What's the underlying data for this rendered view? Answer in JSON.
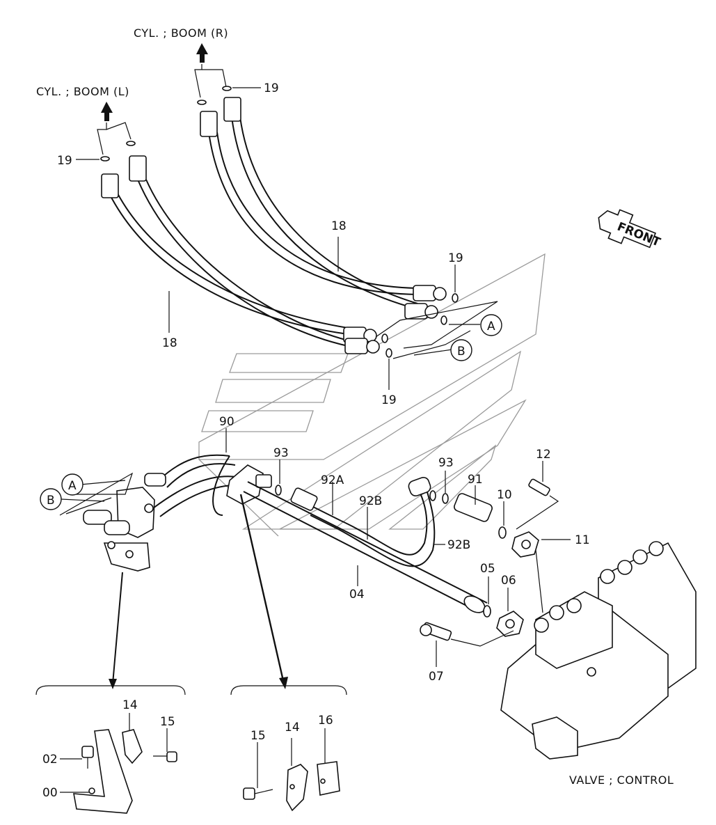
{
  "destinations": {
    "boom_r": "CYL. ; BOOM (R)",
    "boom_l": "CYL. ; BOOM (L)",
    "valve": "VALVE ; CONTROL"
  },
  "direction": {
    "front": "FRONT"
  },
  "callouts": {
    "a": "A",
    "b": "B"
  },
  "part_numbers": {
    "p00": "00",
    "p02": "02",
    "p04": "04",
    "p05": "05",
    "p06": "06",
    "p07": "07",
    "p10": "10",
    "p11": "11",
    "p12": "12",
    "p14": "14",
    "p15": "15",
    "p16": "16",
    "p18": "18",
    "p19": "19",
    "p90": "90",
    "p91": "91",
    "p92a": "92A",
    "p92b": "92B",
    "p93": "93"
  },
  "colors": {
    "ink": "#111111",
    "background": "#ffffff",
    "outline_gray": "#9a9a9a"
  }
}
